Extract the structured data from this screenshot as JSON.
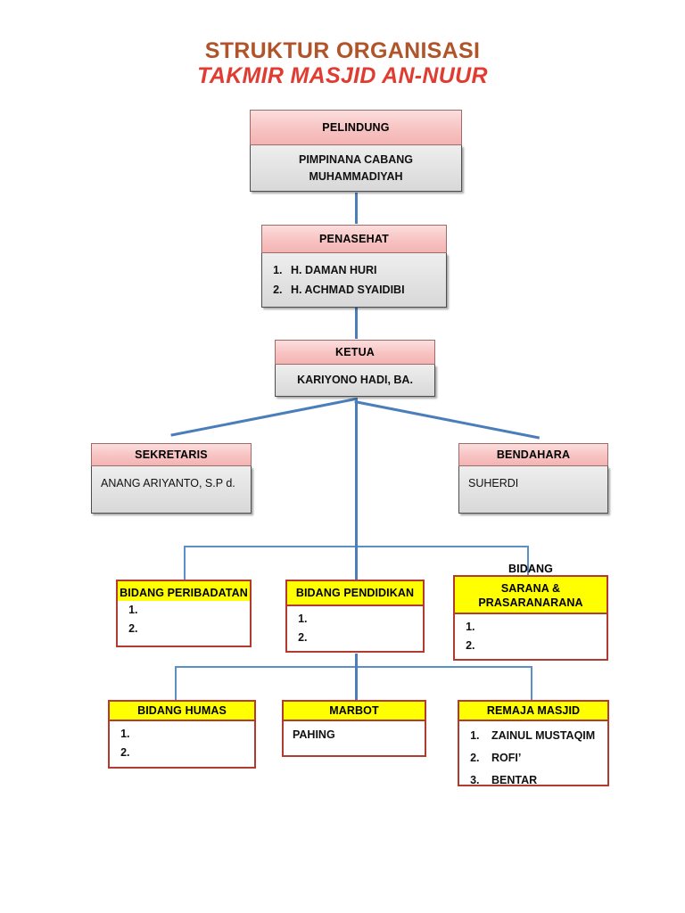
{
  "title": {
    "line1": "STRUKTUR ORGANISASI",
    "line2": "TAKMIR MASJID AN-NUUR",
    "line1_color": "#B0542A",
    "line2_color": "#E03C31"
  },
  "colors": {
    "header_pink": "#f7c3c2",
    "body_gray": "#e2e2e2",
    "header_yellow": "#ffff00",
    "bidang_border": "#b33a2e",
    "connector_blue": "#4a7ebb"
  },
  "nodes": {
    "pelindung": {
      "header": "PELINDUNG",
      "lines": [
        "PIMPINANA CABANG",
        "MUHAMMADIYAH"
      ]
    },
    "penasehat": {
      "header": "PENASEHAT",
      "items": [
        "H. DAMAN HURI",
        "H. ACHMAD SYAIDIBI"
      ]
    },
    "ketua": {
      "header": "KETUA",
      "lines": [
        "KARIYONO HADI, BA."
      ]
    },
    "sekretaris": {
      "header": "SEKRETARIS",
      "lines": [
        "ANANG ARIYANTO, S.P d."
      ]
    },
    "bendahara": {
      "header": "BENDAHARA",
      "lines": [
        "SUHERDI"
      ]
    },
    "peribadatan": {
      "header": "BIDANG PERIBADATAN",
      "items": [
        "",
        ""
      ]
    },
    "pendidikan": {
      "header": "BIDANG PENDIDIKAN",
      "items": [
        "",
        ""
      ]
    },
    "sarana": {
      "header_l0": "BIDANG",
      "header_l1": "SARANA &",
      "header_l2": "PRASARANARANA",
      "items": [
        "",
        ""
      ]
    },
    "humas": {
      "header": "BIDANG HUMAS",
      "items": [
        "",
        ""
      ]
    },
    "marbot": {
      "header": "MARBOT",
      "lines": [
        "PAHING"
      ]
    },
    "remaja": {
      "header": "REMAJA MASJID",
      "items": [
        "ZAINUL MUSTAQIM",
        "ROFI’",
        "BENTAR"
      ]
    }
  }
}
